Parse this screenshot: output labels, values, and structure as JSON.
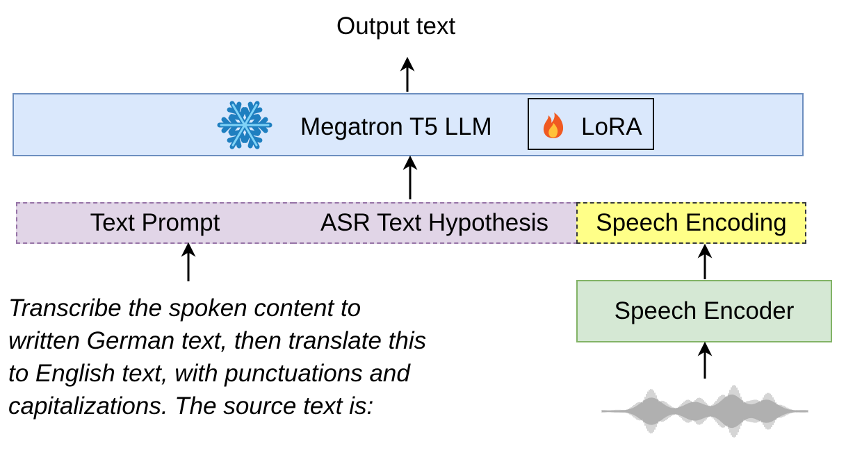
{
  "output": {
    "label": "Output text"
  },
  "llm": {
    "label": "Megatron T5 LLM",
    "frozen_icon": "snowflake-icon",
    "adapter": {
      "label": "LoRA",
      "icon": "fire-icon"
    }
  },
  "inputs": {
    "text_prompt": "Text Prompt",
    "asr_hypothesis": "ASR Text Hypothesis",
    "speech_encoding": "Speech Encoding"
  },
  "encoder": {
    "label": "Speech Encoder"
  },
  "prompt_text": {
    "lines": [
      "Transcribe the spoken content to",
      "written German text, then translate this",
      "to English text, with punctuations and",
      "capitalizations. The source text is:"
    ]
  },
  "waveform": {
    "icon": "waveform-icon"
  },
  "colors": {
    "llm_fill": "#dae8fc",
    "llm_border": "#6c8ebf",
    "text_segment_fill": "#e1d5e7",
    "text_segment_border": "#9673a6",
    "speech_segment_fill": "#ffff88",
    "encoder_fill": "#d5e8d4",
    "encoder_border": "#82b366",
    "snowflake": "#2d9fd9",
    "fire": "#f05a22"
  }
}
